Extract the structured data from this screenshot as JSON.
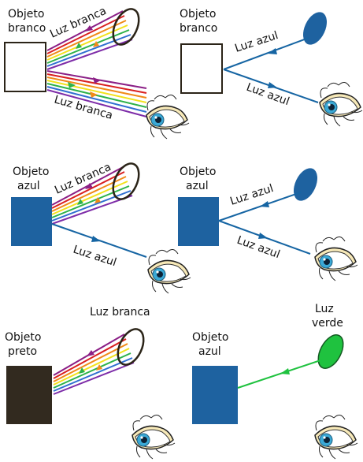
{
  "colors": {
    "blue_object": "#1e62a0",
    "blue_light": "#1665a3",
    "black_object": "#322a1f",
    "green_light": "#1fc23f",
    "eye_iris": "#3aa9d6",
    "rainbow": [
      "#8b1f86",
      "#d92020",
      "#f08a18",
      "#f2e11b",
      "#2db24a",
      "#2f6fd0",
      "#7d2ca8"
    ]
  },
  "panels": [
    {
      "object_label": [
        "Objeto",
        "branco"
      ],
      "object_color": "white",
      "incident_label": "Luz branca",
      "reflected_label": "Luz branca"
    },
    {
      "object_label": [
        "Objeto",
        "branco"
      ],
      "object_color": "white",
      "incident_label": "Luz azul",
      "reflected_label": "Luz azul"
    },
    {
      "object_label": [
        "Objeto",
        "azul"
      ],
      "object_color": "blue",
      "incident_label": "Luz branca",
      "reflected_label": "Luz azul"
    },
    {
      "object_label": [
        "Objeto",
        "azul"
      ],
      "object_color": "blue",
      "incident_label": "Luz azul",
      "reflected_label": "Luz azul"
    },
    {
      "object_label": [
        "Objeto",
        "preto"
      ],
      "object_color": "black",
      "incident_label": "Luz branca",
      "reflected_label": ""
    },
    {
      "object_label": [
        "Objeto",
        "azul"
      ],
      "object_color": "blue",
      "light_source_label": [
        "Luz",
        "verde"
      ],
      "incident_label": "",
      "reflected_label": ""
    }
  ],
  "icons": {
    "eye": "eye-icon",
    "white_light_source": "white-light-lamp-icon",
    "blue_light_source": "blue-light-lamp-icon",
    "green_light_source": "green-light-lamp-icon"
  }
}
